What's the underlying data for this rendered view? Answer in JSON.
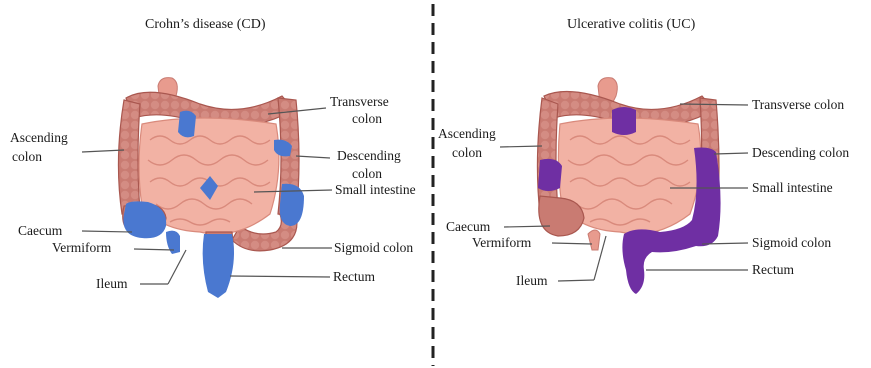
{
  "left_panel": {
    "title": "Crohn’s disease (CD)",
    "labels": {
      "transverse": [
        "Transverse",
        "colon"
      ],
      "ascending": [
        "Ascending",
        "colon"
      ],
      "descending": [
        "Descending",
        "colon"
      ],
      "small_intestine": "Small intestine",
      "caecum": "Caecum",
      "vermiform": "Vermiform",
      "sigmoid": "Sigmoid colon",
      "ileum": "Ileum",
      "rectum": "Rectum"
    }
  },
  "right_panel": {
    "title": "Ulcerative colitis (UC)",
    "labels": {
      "transverse": "Transverse colon",
      "ascending": [
        "Ascending",
        "colon"
      ],
      "descending": "Descending colon",
      "small_intestine": "Small intestine",
      "caecum": "Caecum",
      "vermiform": "Vermiform",
      "sigmoid": "Sigmoid colon",
      "ileum": "Ileum",
      "rectum": "Rectum"
    }
  },
  "colors": {
    "colon": "#c97b72",
    "colon_dark": "#a9574f",
    "small_intestine": "#f2b2a4",
    "small_intestine_line": "#d98a7c",
    "cd_lesion": "#4a78d0",
    "uc_lesion": "#6f2fa3",
    "divider": "#222222"
  }
}
